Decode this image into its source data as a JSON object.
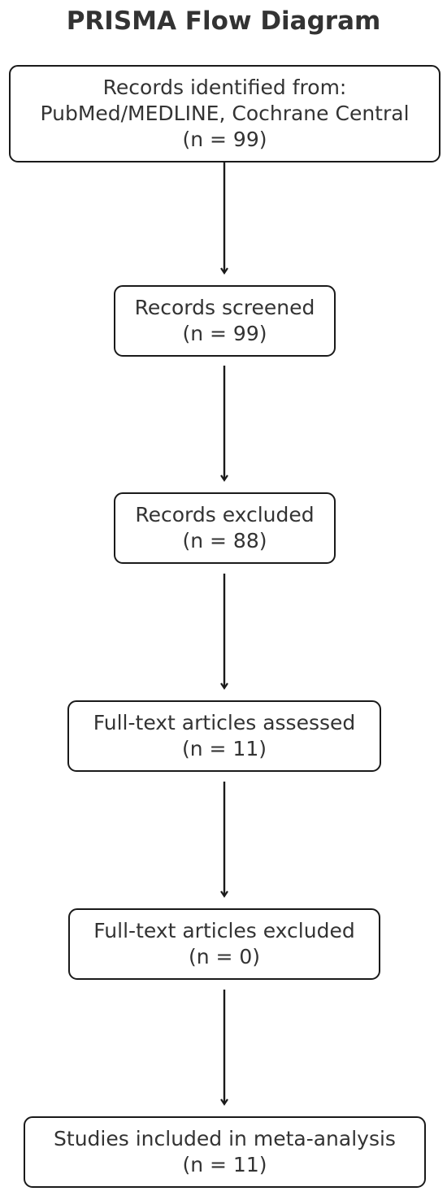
{
  "title": "PRISMA Flow Diagram",
  "nodes": [
    {
      "id": "identified",
      "lines": [
        "Records identified from:",
        "PubMed/MEDLINE, Cochrane Central",
        "(n = 99)"
      ]
    },
    {
      "id": "screened",
      "lines": [
        "Records screened",
        "(n = 99)"
      ]
    },
    {
      "id": "excluded",
      "lines": [
        "Records excluded",
        "(n = 88)"
      ]
    },
    {
      "id": "fulltext-assessed",
      "lines": [
        "Full-text articles assessed",
        "(n = 11)"
      ]
    },
    {
      "id": "fulltext-excluded",
      "lines": [
        "Full-text articles excluded",
        "(n = 0)"
      ]
    },
    {
      "id": "included",
      "lines": [
        "Studies included in meta-analysis",
        "(n = 11)"
      ]
    }
  ],
  "edges": [
    {
      "from": "identified",
      "to": "screened"
    },
    {
      "from": "screened",
      "to": "excluded"
    },
    {
      "from": "excluded",
      "to": "fulltext-assessed"
    },
    {
      "from": "fulltext-assessed",
      "to": "fulltext-excluded"
    },
    {
      "from": "fulltext-excluded",
      "to": "included"
    }
  ]
}
